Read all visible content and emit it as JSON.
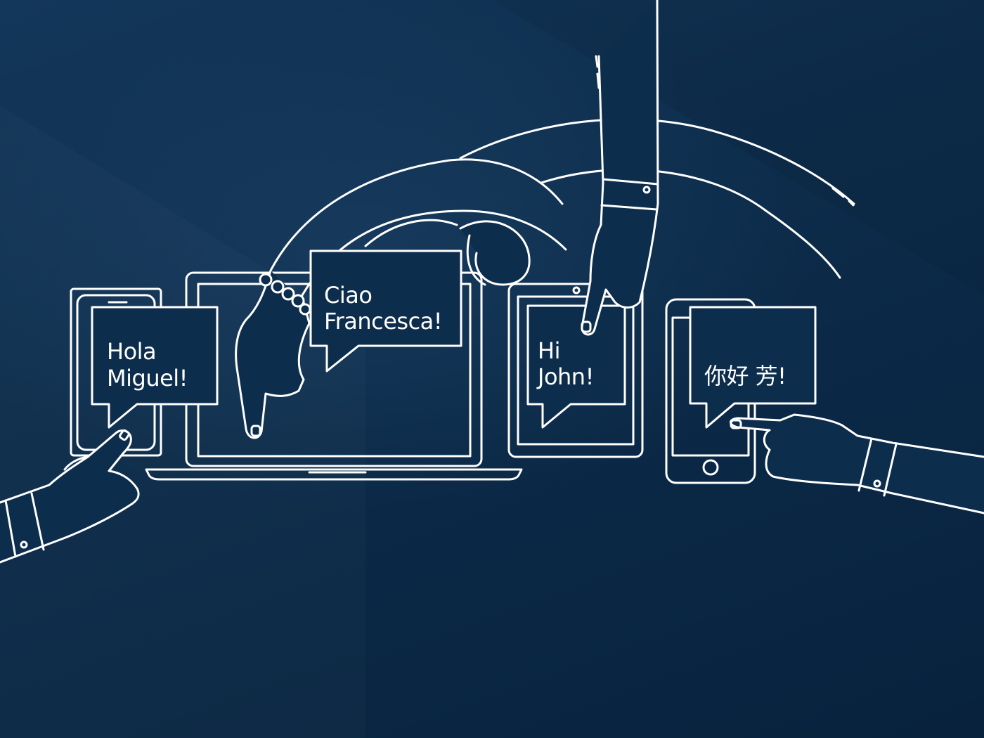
{
  "colors": {
    "background": "#0b2947",
    "line": "#ffffff"
  },
  "bubbles": [
    {
      "id": "hola",
      "line1": "Hola",
      "line2": "Miguel!"
    },
    {
      "id": "ciao",
      "line1": "Ciao",
      "line2": "Francesca!"
    },
    {
      "id": "hi",
      "line1": "Hi",
      "line2": "John!"
    },
    {
      "id": "nihao",
      "line1": "你好 芳!"
    }
  ]
}
